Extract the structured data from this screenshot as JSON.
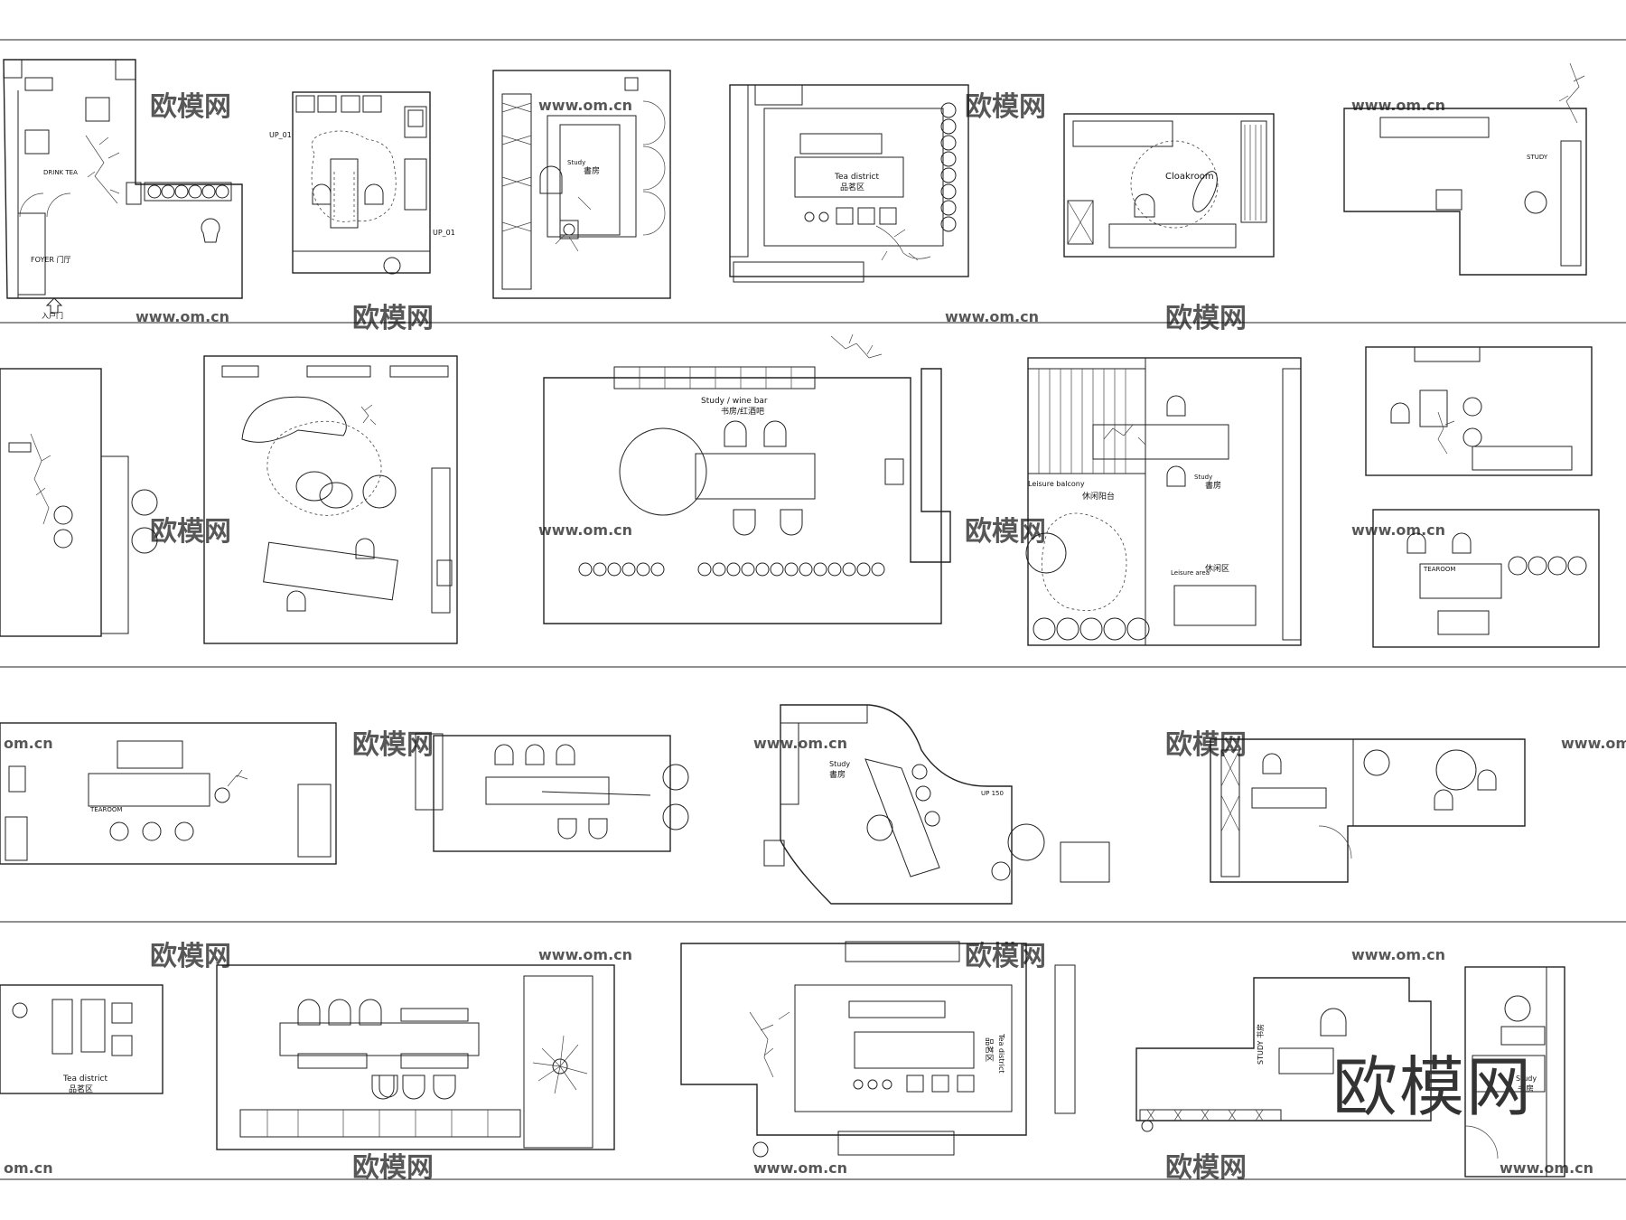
{
  "labels": {
    "drink_tea": "DRINK TEA",
    "foyer": "FOYER 门厅",
    "entrance": "入户门",
    "up_a": "UP_01",
    "up_b": "UP_01",
    "study_cn_small": "書房",
    "study_en_small": "Study",
    "tea_district_1": "Tea district",
    "tea_district_1_cn": "品茗区",
    "cloakroom": "Cloakroom",
    "study_mirror": "STUDY",
    "wine_bar_en": "Study / wine bar",
    "wine_bar_cn": "书房/红酒吧",
    "leisure_balcony_en": "Leisure balcony",
    "leisure_balcony_cn": "休闲阳台",
    "study_2_en": "Study",
    "study_2_cn": "書房",
    "leisure_area_en": "Leisure area",
    "leisure_area_cn": "休闲区",
    "tearoom_1": "TEAROOM",
    "tearoom_2": "TEAROOM",
    "study_3_en": "Study",
    "study_3_cn": "書房",
    "up_150": "UP 150",
    "tea_district_2": "Tea district",
    "tea_district_2_cn": "品茗区",
    "tea_district_3": "Tea district",
    "tea_district_3_cn": "品茗区",
    "study_4": "STUDY 书房",
    "study_5_en": "Study",
    "study_5_cn": "书房"
  },
  "watermarks": {
    "site_logo": "欧模网",
    "site_url": "www.om.cn",
    "site_url_short": "om.cn"
  },
  "brand_logo": "欧模网",
  "colors": {
    "line": "#222222",
    "background": "#ffffff",
    "watermark": "#cfcfcf"
  }
}
